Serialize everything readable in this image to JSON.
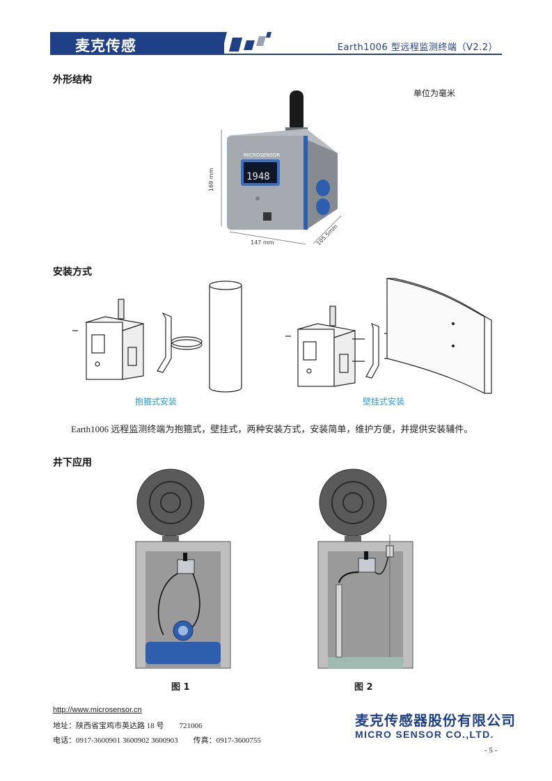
{
  "header": {
    "brand": "麦克传感",
    "doc_title": "Earth1006 型远程监测终端（V2.2）"
  },
  "sections": {
    "appearance": "外形结构",
    "installation": "安装方式",
    "well_application": "井下应用"
  },
  "appearance": {
    "unit_note": "单位为毫米",
    "dim_height": "169 mm",
    "dim_width": "147 mm",
    "dim_depth": "105.5mm",
    "display_value": "1948",
    "brand_on_device": "MICROSENSOR"
  },
  "installation": {
    "hoop_caption": "抱箍式安装",
    "wall_caption": "壁挂式安装",
    "description": "Earth1006 远程监测终端为抱箍式，壁挂式，两种安装方式，安装简单，维护方便，并提供安装辅件。"
  },
  "figures": {
    "fig1": "图 1",
    "fig2": "图 2"
  },
  "footer": {
    "url": "http://www.microsensor.cn",
    "address": "地址：陕西省宝鸡市英达路 18 号　　721006",
    "phone": "电话：0917-3600901 3600902 3600903　　传真：0917-3600755",
    "company_cn": "麦克传感器股份有限公司",
    "company_en": "MICRO SENSOR CO.,LTD.",
    "page": "- 5 -"
  },
  "colors": {
    "brand_blue": "#1f3f86",
    "caption_blue": "#2a9fd6",
    "device_gray": "#9aa0a6",
    "pipe_blue": "#2d5fae"
  }
}
